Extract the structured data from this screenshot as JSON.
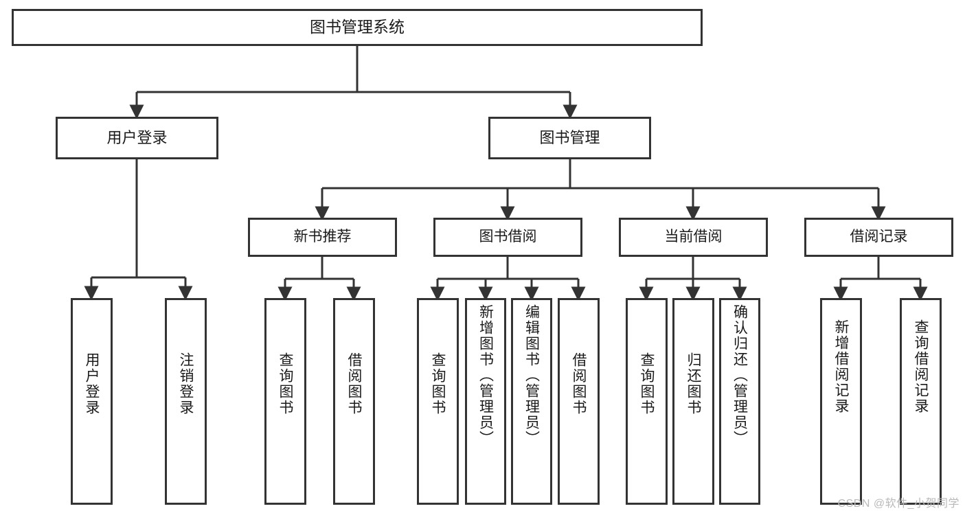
{
  "diagram": {
    "title": "图书管理系统",
    "watermark": "CSDN @软件_小贺同学",
    "stroke_color": "#333333",
    "text_color": "#1a1a1a",
    "background": "#ffffff",
    "root": {
      "label": "图书管理系统"
    },
    "level2": [
      {
        "label": "用户登录"
      },
      {
        "label": "图书管理"
      }
    ],
    "level3": [
      {
        "label": "新书推荐"
      },
      {
        "label": "图书借阅"
      },
      {
        "label": "当前借阅"
      },
      {
        "label": "借阅记录"
      }
    ],
    "leaves": {
      "user_login": [
        {
          "label": "用户登录"
        },
        {
          "label": "注销登录"
        }
      ],
      "new_book": [
        {
          "label": "查询图书"
        },
        {
          "label": "借阅图书"
        }
      ],
      "book_borrow": [
        {
          "label": "查询图书"
        },
        {
          "label": "新增图书（管理员）"
        },
        {
          "label": "编辑图书（管理员）"
        },
        {
          "label": "借阅图书"
        }
      ],
      "current_borrow": [
        {
          "label": "查询图书"
        },
        {
          "label": "归还图书"
        },
        {
          "label": "确认归还（管理员）"
        }
      ],
      "borrow_record": [
        {
          "label": "新增借阅记录"
        },
        {
          "label": "查询借阅记录"
        }
      ]
    }
  }
}
